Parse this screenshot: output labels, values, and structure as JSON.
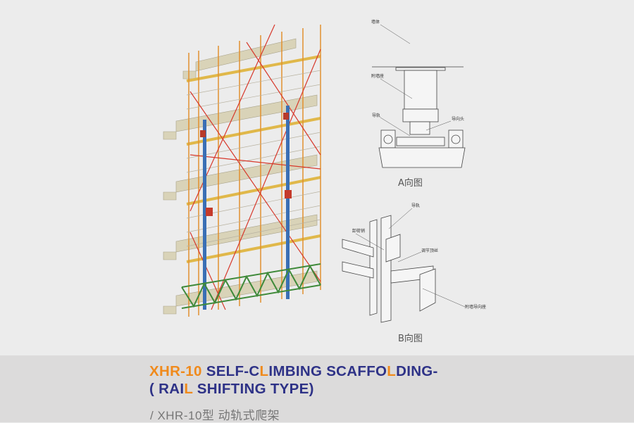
{
  "title": {
    "model": "XHR-10",
    "line1_a": " SELF-C",
    "line1_L1": "L",
    "line1_b": "IMBING SCAFFO",
    "line1_L2": "L",
    "line1_c": "DING-",
    "line2_a": "( RAI",
    "line2_L": "L",
    "line2_b": " SHIFTING TYPE)"
  },
  "subtitle": "/ XHR-10型 动轨式爬架",
  "view_a": {
    "caption": "A向图",
    "labels": {
      "wall": "墙体",
      "wall_seat": "附墙座",
      "rail": "导轨",
      "guide_head": "导向头"
    }
  },
  "view_b": {
    "caption": "B向图",
    "labels": {
      "rail": "导轨",
      "unload_pin": "卸荷销",
      "adjust_screw": "调节顶丝",
      "wall_guide_seat": "附墙导向座"
    }
  },
  "colors": {
    "navy": "#2e3287",
    "orange": "#f08a1c"
  }
}
